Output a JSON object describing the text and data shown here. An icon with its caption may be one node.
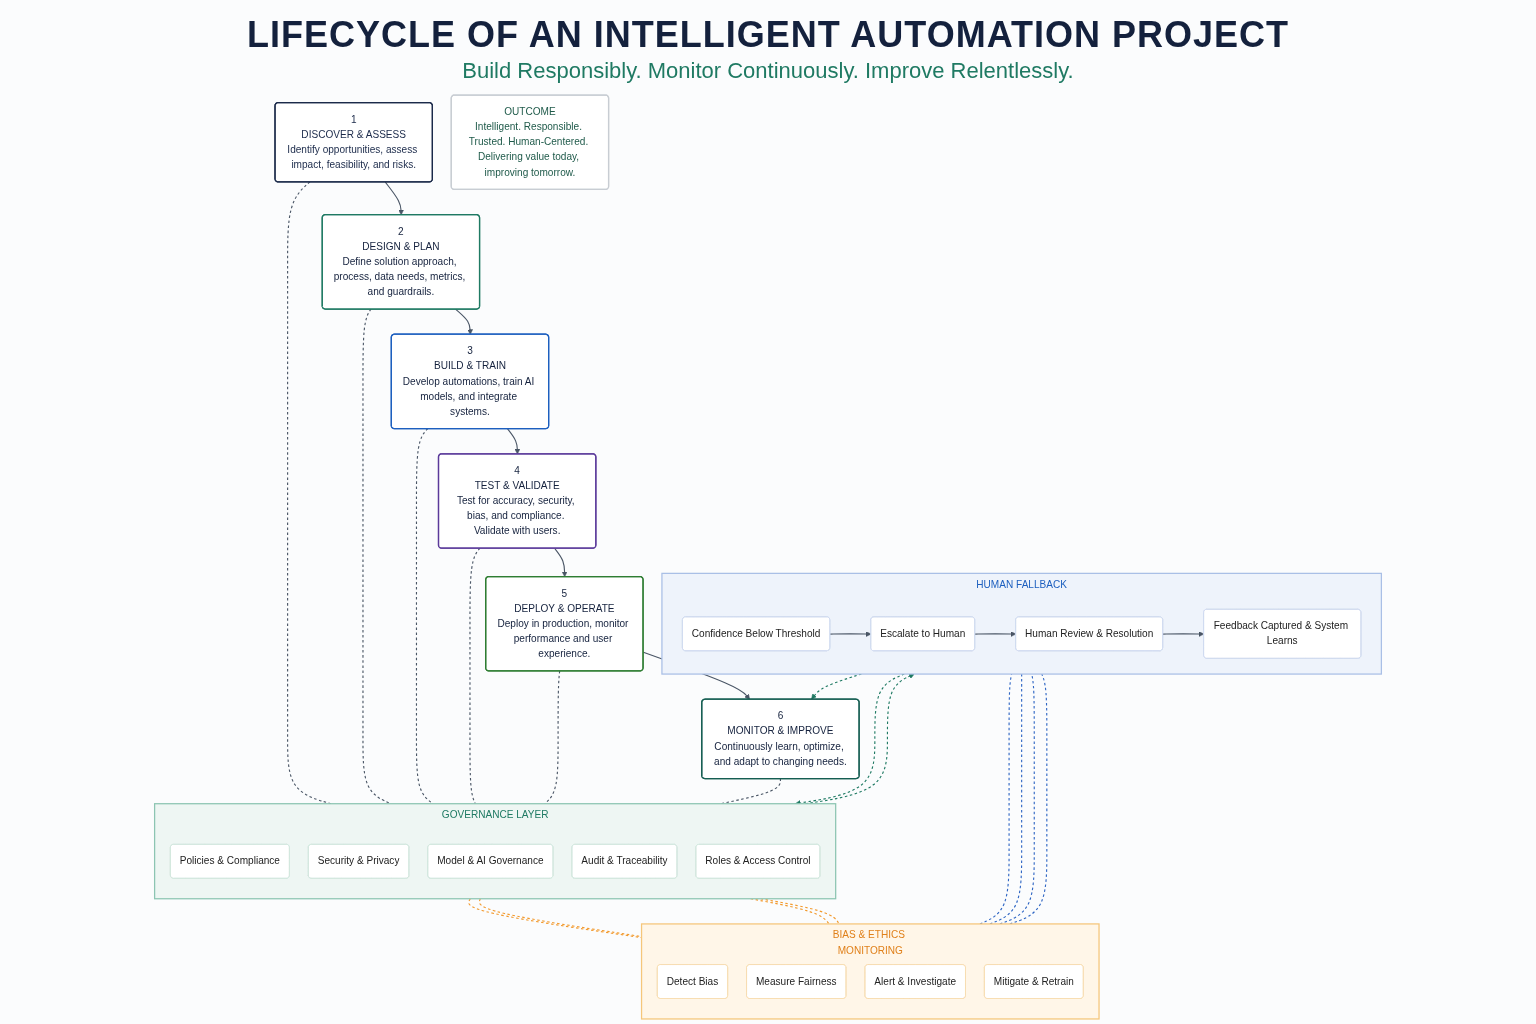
{
  "diagram": {
    "title": "LIFECYCLE OF AN INTELLIGENT AUTOMATION PROJECT",
    "nodes": [
      {
        "text": [
          "1",
          "DISCOVER & ASSESS",
          "Identify opportunities, assess impact, feasibility, and risks."
        ]
      },
      {
        "text": [
          "2",
          "DESIGN & PLAN",
          "Define solution approach, process, data needs, metrics, and guardrails."
        ]
      },
      {
        "text": [
          "3",
          "BUILD & TRAIN",
          "Develop automations, train AI models, and integrate systems."
        ]
      },
      {
        "text": [
          "4",
          "TEST & VALIDATE",
          "Test for accuracy, security, bias, and compliance. Validate with users."
        ]
      },
      {
        "text": [
          "5",
          "DEPLOY & OPERATE",
          "Deploy in production, monitor performance and user experience."
        ]
      },
      {
        "text": [
          "6",
          "MONITOR & IMPROVE",
          "Continuously learn, optimize, and adapt to changing needs."
        ]
      },
      {
        "text": [
          "GOVERNANCE LAYER"
        ]
      },
      {
        "text": [
          "Policies & Compliance"
        ],
        "in": 6
      },
      {
        "text": [
          "Security & Privacy"
        ],
        "in": 6
      },
      {
        "text": [
          "Model & AI Governance"
        ],
        "in": 6
      },
      {
        "text": [
          "Audit & Traceability"
        ],
        "in": 6
      },
      {
        "text": [
          "Roles & Access Control"
        ],
        "in": 6
      },
      {
        "text": [
          "BIAS & ETHICS MONITORING"
        ]
      },
      {
        "text": [
          "Detect Bias"
        ],
        "in": 12
      },
      {
        "text": [
          "Measure Fairness"
        ],
        "in": 12
      },
      {
        "text": [
          "Alert & Investigate"
        ],
        "in": 12
      },
      {
        "text": [
          "Mitigate & Retrain"
        ],
        "in": 12
      },
      {
        "text": [
          "HUMAN FALLBACK"
        ]
      },
      {
        "text": [
          "Confidence Below Threshold"
        ],
        "in": 17
      },
      {
        "text": [
          "Escalate to Human"
        ],
        "in": 17
      },
      {
        "text": [
          "Human Review & Resolution"
        ],
        "in": 17
      },
      {
        "text": [
          "Feedback Captured & System Learns"
        ],
        "in": 17
      },
      {
        "text": [
          "OUTCOME",
          "Intelligent. Responsible. Trusted. Human-Centered. Delivering value today, improving tomorrow."
        ]
      }
    ],
    "edges": [
      {
        "from": 0,
        "to": 1,
        "arrow": "to"
      },
      {
        "from": 1,
        "to": 2,
        "arrow": "to"
      },
      {
        "from": 2,
        "to": 3,
        "arrow": "to"
      },
      {
        "from": 3,
        "to": 4,
        "arrow": "to"
      },
      {
        "from": 4,
        "to": 5,
        "arrow": "to"
      },
      {
        "from": 0,
        "to": 6,
        "arrow": "none",
        "style": "dashed"
      },
      {
        "from": 1,
        "to": 6,
        "arrow": "none",
        "style": "dashed"
      },
      {
        "from": 2,
        "to": 6,
        "arrow": "none",
        "style": "dashed"
      },
      {
        "from": 3,
        "to": 6,
        "arrow": "none",
        "style": "dashed"
      },
      {
        "from": 4,
        "to": 6,
        "arrow": "none",
        "style": "dashed"
      },
      {
        "from": 5,
        "to": 6,
        "arrow": "none",
        "style": "dashed"
      },
      {
        "from": 6,
        "to": 12,
        "arrow": "none",
        "style": "dashed",
        "color": "#f29a2e"
      },
      {
        "from": 6,
        "to": 12,
        "arrow": "none",
        "style": "dashed",
        "color": "#f29a2e"
      },
      {
        "from": 6,
        "to": 12,
        "arrow": "none",
        "style": "dashed",
        "color": "#f29a2e"
      },
      {
        "from": 6,
        "to": 12,
        "arrow": "none",
        "style": "dashed",
        "color": "#f29a2e"
      },
      {
        "from": 12,
        "to": 17,
        "arrow": "none",
        "style": "dashed",
        "color": "#2f66c4"
      },
      {
        "from": 12,
        "to": 17,
        "arrow": "none",
        "style": "dashed",
        "color": "#2f66c4"
      },
      {
        "from": 12,
        "to": 17,
        "arrow": "none",
        "style": "dashed",
        "color": "#2f66c4"
      },
      {
        "from": 12,
        "to": 17,
        "arrow": "none",
        "style": "dashed",
        "color": "#2f66c4"
      },
      {
        "from": 18,
        "to": 19,
        "arrow": "to"
      },
      {
        "from": 19,
        "to": 20,
        "arrow": "to"
      },
      {
        "from": 20,
        "to": 21,
        "arrow": "to"
      },
      {
        "from": 17,
        "to": 5,
        "arrow": "to",
        "style": "dashed",
        "color": "#1f7a63"
      },
      {
        "from": 17,
        "to": 6,
        "arrow": "to",
        "style": "dashed",
        "color": "#1f7a63"
      },
      {
        "from": 6,
        "to": 17,
        "arrow": "to",
        "style": "dashed",
        "color": "#1f7a63"
      }
    ],
    "labels": [
      "Build Responsibly. Monitor Continuously. Improve Relentlessly."
    ]
  }
}
